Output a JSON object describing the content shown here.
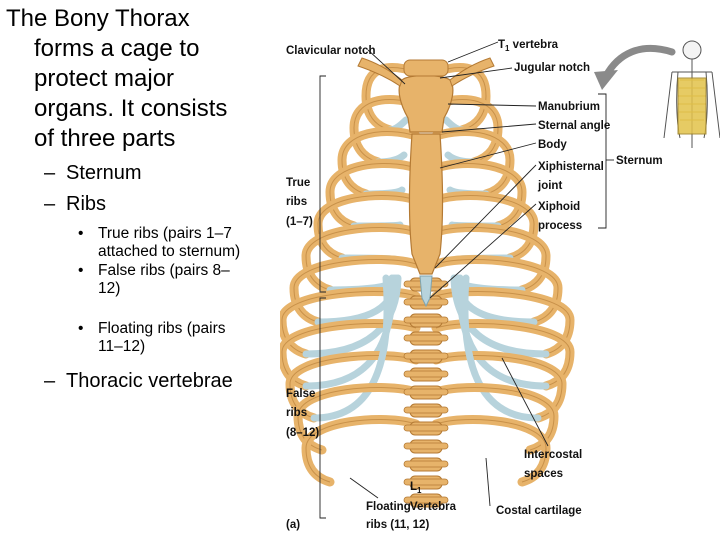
{
  "text": {
    "title_lines": [
      "The Bony Thorax",
      "forms a cage to",
      "protect major",
      "organs. It consists",
      "of three parts"
    ],
    "dash": "–",
    "bullet": "•",
    "parts": [
      "Sternum",
      "Ribs"
    ],
    "rib_types": [
      [
        "True ribs (pairs 1–7",
        "attached to sternum)"
      ],
      [
        "False ribs (pairs 8–",
        "12)"
      ],
      [
        "Floating ribs (pairs",
        "11–12)"
      ]
    ],
    "last_part": "Thoracic vertebrae"
  },
  "figure": {
    "labels": {
      "clavicular_notch": "Clavicular notch",
      "t1_vertebra": "T1 vertebra",
      "t1_t": "T",
      "t1_sub": "1",
      "t1_rest": " vertebra",
      "jugular_notch": "Jugular notch",
      "manubrium": "Manubrium",
      "sternal_angle": "Sternal angle",
      "body": "Body",
      "xiphisternal": "Xiphisternal",
      "joint": "joint",
      "xiphoid": "Xiphoid",
      "process": "process",
      "sternum": "Sternum",
      "true_ribs": [
        "True",
        "ribs",
        "(1–7)"
      ],
      "false_ribs": [
        "False",
        "ribs",
        "(8–12)"
      ],
      "intercostal": [
        "Intercostal",
        "spaces"
      ],
      "l1_l": "L",
      "l1_sub": "1",
      "vertebra": "Vertebra",
      "floating_ribs": [
        "Floating",
        "ribs (11, 12)"
      ],
      "costal_cartilage": "Costal cartilage",
      "panel": "(a)"
    },
    "colors": {
      "bone": "#e7b36a",
      "bone_dark": "#b47a34",
      "cartilage": "#b7d3dc",
      "cartilage_dark": "#7fa3ae",
      "arrow": "#8a8a8a",
      "leader": "#222222"
    }
  }
}
